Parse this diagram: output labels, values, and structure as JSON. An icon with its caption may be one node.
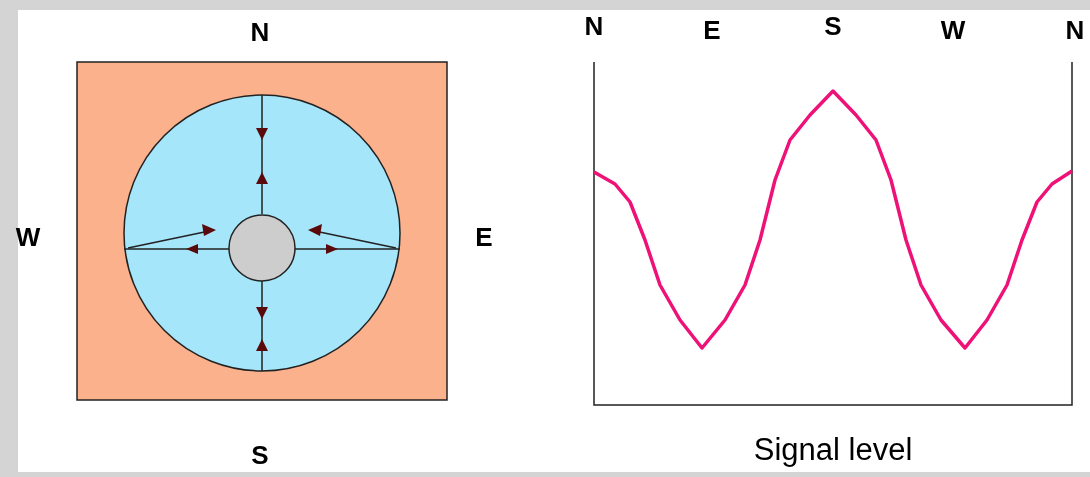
{
  "diagram": {
    "labels": [
      "N",
      "W",
      "E",
      "S",
      "N",
      "E",
      "S",
      "W",
      "N",
      "Signal level"
    ]
  }
}
